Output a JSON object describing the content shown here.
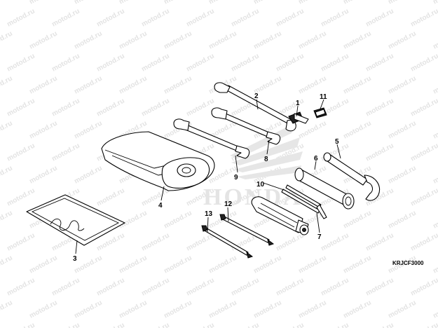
{
  "diagram": {
    "code": "KRJCF3000",
    "logo_text": "HONDA",
    "watermark_text": "motod.ru",
    "callouts": [
      "1",
      "2",
      "3",
      "4",
      "5",
      "6",
      "7",
      "8",
      "9",
      "10",
      "11",
      "12",
      "13"
    ]
  }
}
